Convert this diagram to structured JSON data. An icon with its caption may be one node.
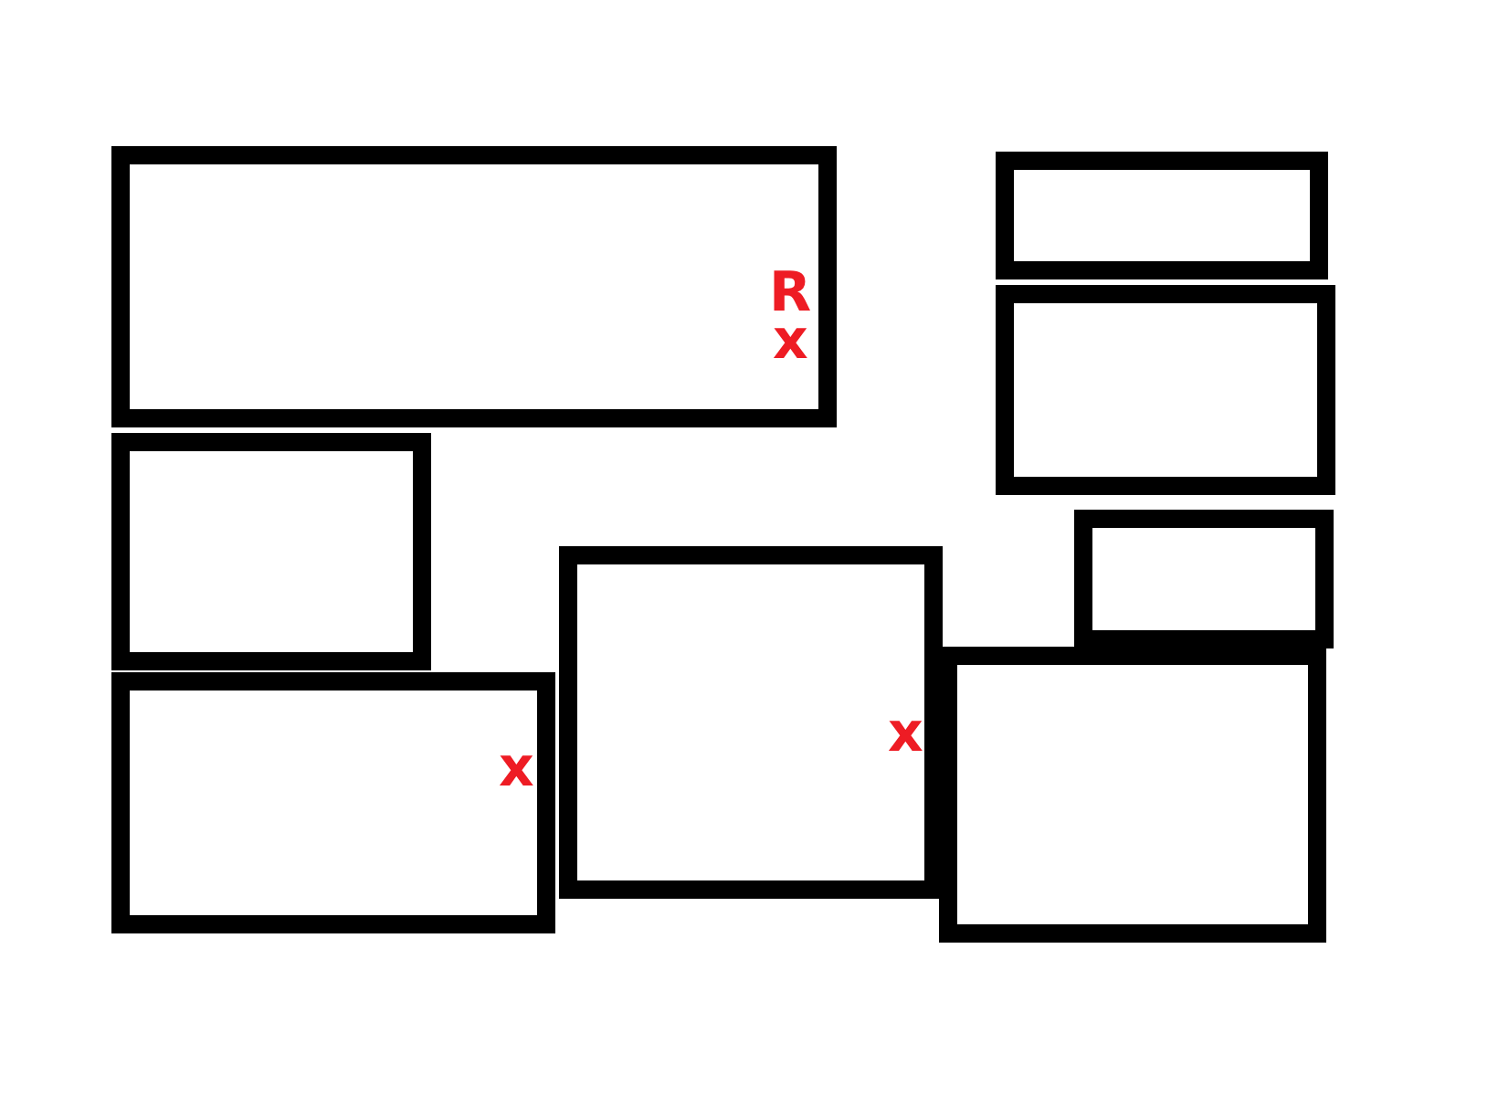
{
  "diagram": {
    "nodes": [
      {
        "text": [
          "R",
          "x"
        ]
      },
      {
        "text": [],
        "shape": "box"
      },
      {
        "text": [],
        "shape": "box"
      },
      {
        "text": [],
        "shape": "box"
      },
      {
        "text": [],
        "shape": "box"
      },
      {
        "text": [
          "x"
        ]
      },
      {
        "text": [
          "x"
        ]
      },
      {
        "text": [],
        "shape": "box"
      }
    ]
  }
}
